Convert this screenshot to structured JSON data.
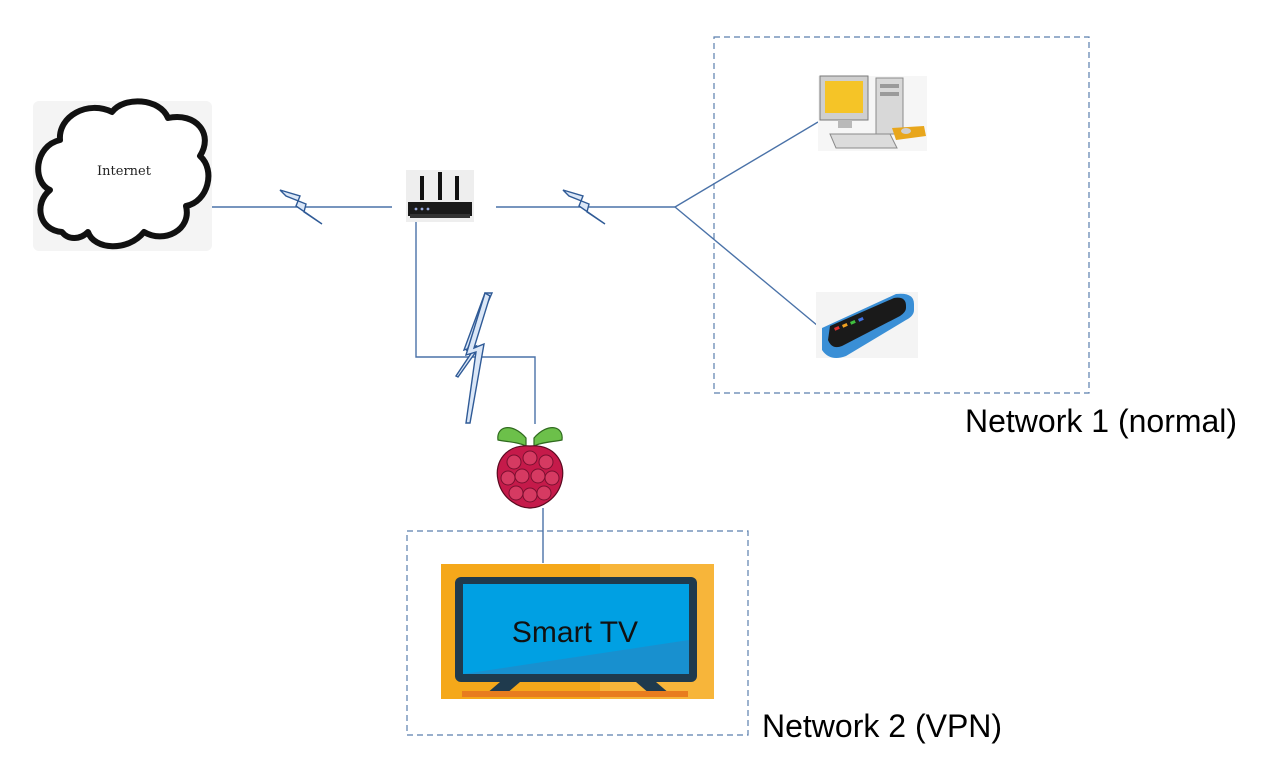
{
  "nodes": {
    "cloud": {
      "label": "Internet"
    },
    "tv": {
      "label": "Smart TV"
    }
  },
  "zones": {
    "network1": {
      "label": "Network 1 (normal)"
    },
    "network2": {
      "label": "Network 2 (VPN)"
    }
  },
  "colors": {
    "link": "#4a72a8",
    "zone_border": "#5b7fae",
    "tv_frame": "#f5a81a",
    "tv_screen": "#00a0e3",
    "raspberry": "#c51a4a",
    "leaf": "#6cc04a"
  },
  "icons": [
    "cloud-icon",
    "router-icon",
    "desktop-computer-icon",
    "smartphone-icon",
    "raspberry-pi-icon",
    "smart-tv-icon",
    "wireless-link-icon"
  ]
}
